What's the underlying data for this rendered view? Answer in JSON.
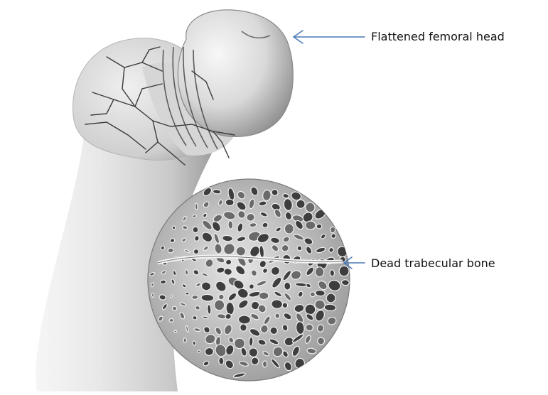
{
  "annotations": [
    {
      "id": "femoral-head",
      "text": "Flattened femoral head"
    },
    {
      "id": "trabecular-bone",
      "text": "Dead trabecular bone"
    }
  ],
  "colors": {
    "background": "#ffffff",
    "arrow": "#4a78b6",
    "bone_light": "#f2f2f2",
    "bone_mid": "#cfcfcf",
    "bone_dark": "#6f6f6f",
    "vessel": "#3a3a3a"
  },
  "icons": {
    "arrow_head": "arrow-left-icon",
    "arrow_bone": "arrow-left-icon"
  }
}
